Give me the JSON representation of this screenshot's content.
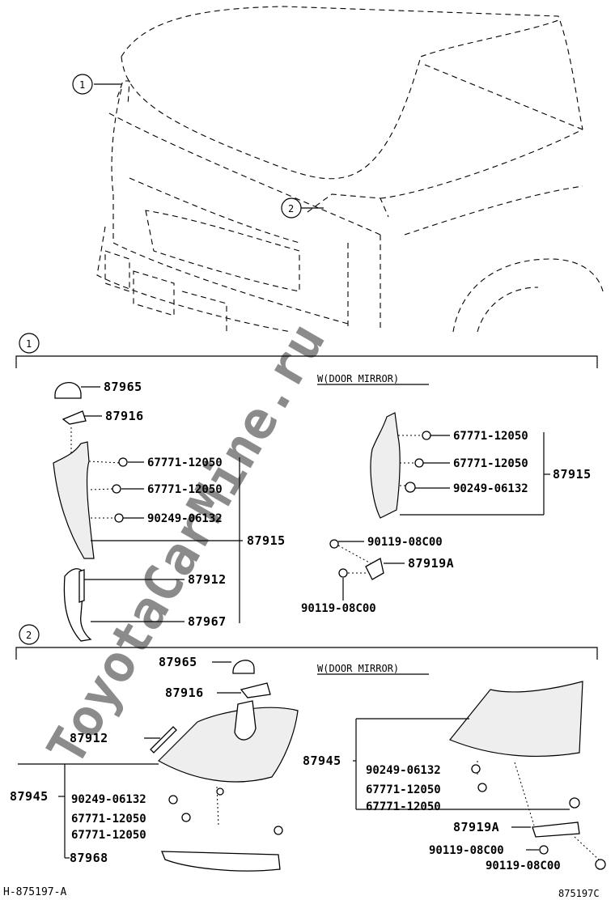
{
  "callouts": {
    "c1": "1",
    "c2": "2"
  },
  "watermark": "ToyotaCarMine.ru",
  "section1": {
    "note": "W(DOOR MIRROR)",
    "left": {
      "p87965": "87965",
      "p87916": "87916",
      "s1": "67771-12050",
      "s2": "67771-12050",
      "s3": "90249-06132",
      "p87915": "87915",
      "p87912": "87912",
      "p87967": "87967"
    },
    "right": {
      "s1": "67771-12050",
      "s2": "67771-12050",
      "s3": "90249-06132",
      "p87915": "87915",
      "b1": "90119-08C00",
      "p87919A": "87919A",
      "b2": "90119-08C00"
    }
  },
  "section2": {
    "note": "W(DOOR MIRROR)",
    "left": {
      "p87965": "87965",
      "p87916": "87916",
      "p87912": "87912",
      "p87945": "87945",
      "s1": "90249-06132",
      "s2": "67771-12050",
      "s3": "67771-12050",
      "p87968": "87968"
    },
    "right": {
      "p87945": "87945",
      "s1": "90249-06132",
      "s2": "67771-12050",
      "s3": "67771-12050",
      "p87919A": "87919A",
      "b1": "90119-08C00",
      "b2": "90119-08C00"
    }
  },
  "footer": {
    "left": "H-875197-A",
    "right": "875197C"
  }
}
